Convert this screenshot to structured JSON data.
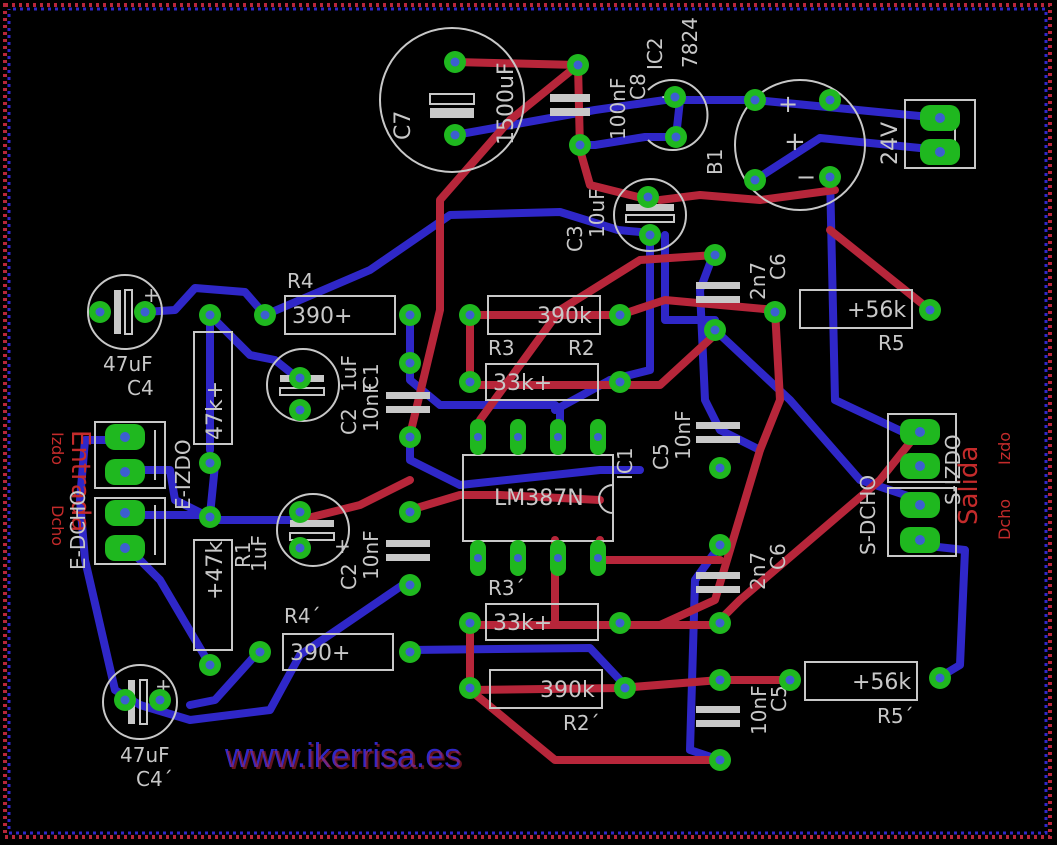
{
  "colors": {
    "background": "#000000",
    "top_copper": "#b7263a",
    "bottom_copper": "#2f27c8",
    "pad": "#1fb81f",
    "silkscreen": "#c8c8c8",
    "label_red": "#c42b2b"
  },
  "watermark": "www.ikerrisa.es",
  "labels": {
    "C7_name": "C7",
    "C7_value": "1500uF",
    "C8_name": "C8",
    "C8_value": "100nF",
    "IC2_name": "IC2",
    "IC2_value": "7824",
    "B1_name": "B1",
    "supply": "24V",
    "C3_name": "C3",
    "C3_value": "10uF",
    "R4_name": "R4",
    "R4_value": "390+",
    "R3_name": "R3",
    "R3_value": "390k",
    "R2_name": "R2",
    "R2_value": "33k+",
    "C6_name": "C6",
    "C6_value": "2n7",
    "R5_name": "R5",
    "R5_value": "+56k",
    "C4_name": "C4",
    "C4_value": "47uF",
    "R1_value": "47k+",
    "C1_name": "C1",
    "C1_value": "10nF",
    "C21_name": "C2",
    "C21_value": "1uF",
    "IC1_name": "IC1",
    "IC1_value": "LM387N",
    "C5_name": "C5",
    "C5_value": "10nF",
    "R1b_name": "R1",
    "R1b_value": "+47k",
    "C2b_name": "C2",
    "C2b_value": "1uF",
    "C2b_cap": "10nF",
    "R4b_name": "R4´",
    "R4b_value": "390+",
    "R3b_name": "R3´",
    "R3b_value": "33k+",
    "R2b_name": "R2´",
    "R2b_value": "390k",
    "C6b_name": "C6",
    "C6b_value": "2n7",
    "R5b_name": "R5´",
    "R5b_value": "+56k",
    "C5b_name": "C5",
    "C5b_value": "10nF",
    "C4b_name": "C4´",
    "C4b_value": "47uF",
    "entrada": "Entrada",
    "e_izdo": "E-IZDO",
    "e_dcho": "E-DCHO",
    "izdo_l": "Izdo",
    "dcho_l": "Dcho",
    "salida": "Salida",
    "s_izdo": "S-IZDO",
    "s_dcho": "S-DCHO",
    "izdo_r": "Izdo",
    "dcho_r": "Dcho"
  }
}
